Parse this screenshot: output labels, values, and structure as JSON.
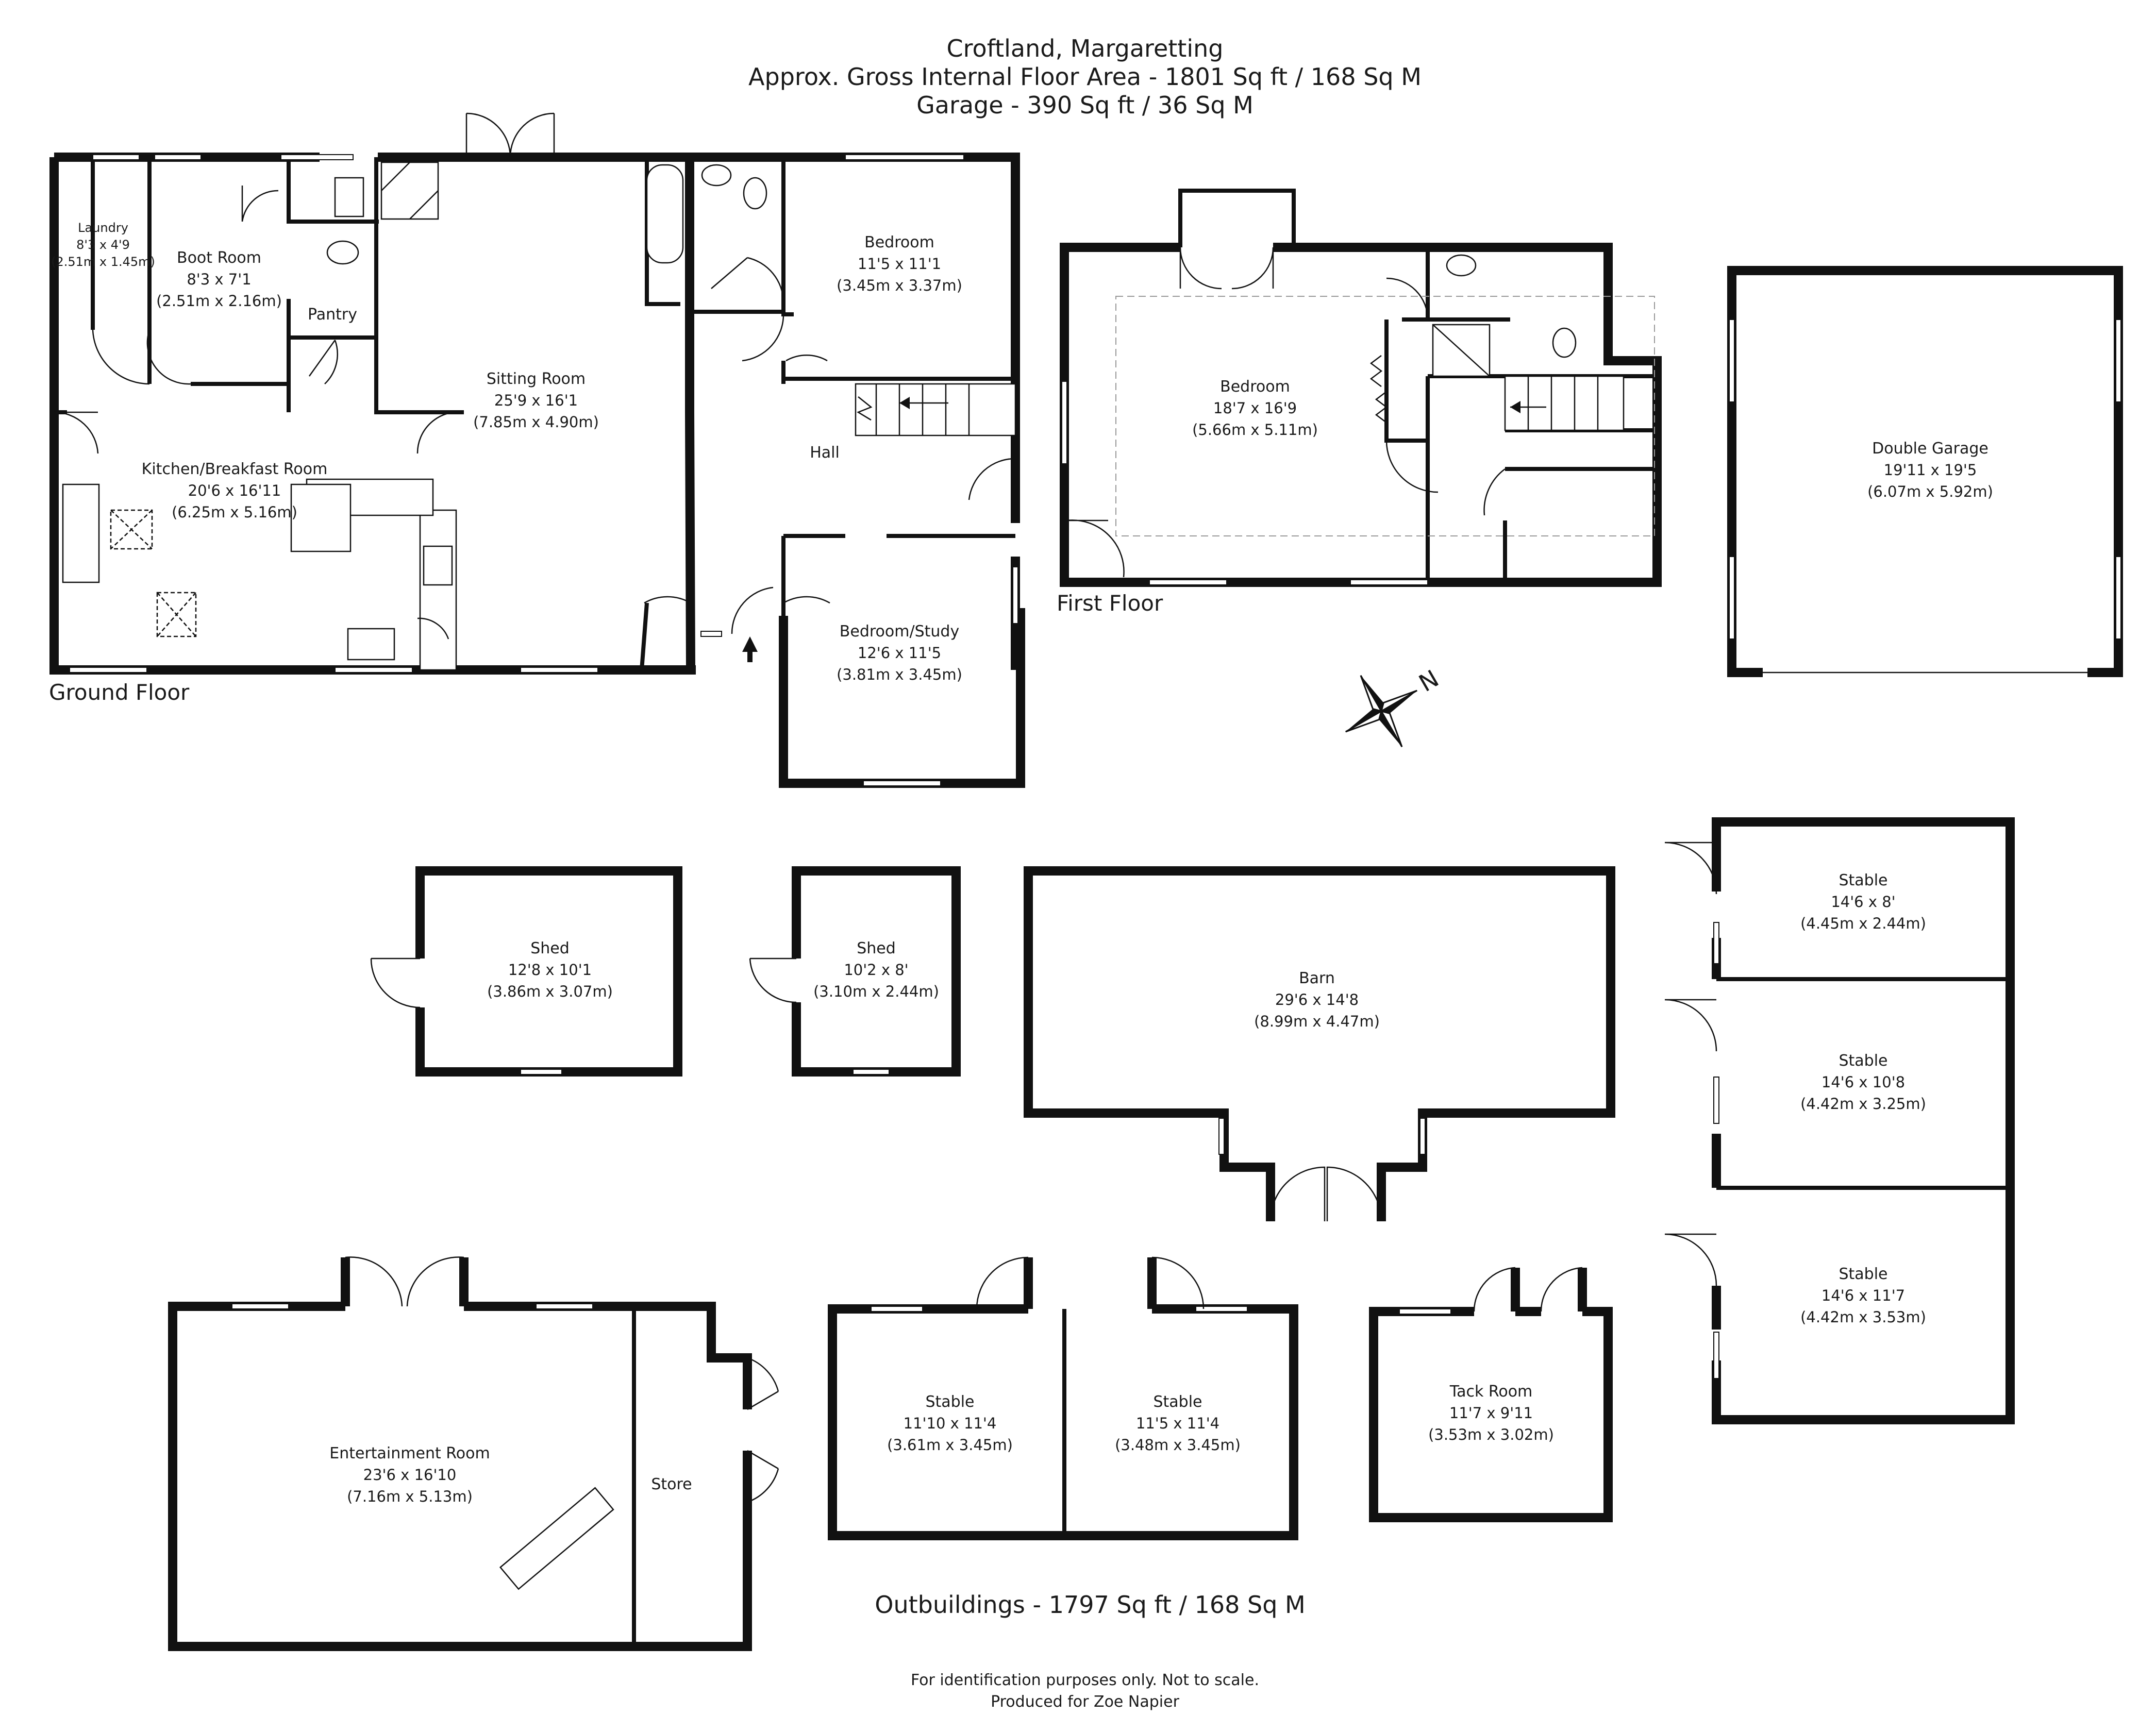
{
  "header": {
    "property": "Croftland, Margaretting",
    "area": "Approx. Gross Internal Floor Area - 1801 Sq ft / 168 Sq M",
    "garage": "Garage - 390 Sq ft / 36 Sq M"
  },
  "floors": {
    "ground": "Ground Floor",
    "first": "First Floor"
  },
  "rooms": {
    "laundry": {
      "name": "Laundry",
      "imperial": "8'3 x 4'9",
      "metric": "(2.51m x 1.45m)"
    },
    "boot_room": {
      "name": "Boot Room",
      "imperial": "8'3 x 7'1",
      "metric": "(2.51m x 2.16m)"
    },
    "pantry": {
      "name": "Pantry"
    },
    "sitting_room": {
      "name": "Sitting Room",
      "imperial": "25'9 x 16'1",
      "metric": "(7.85m x 4.90m)"
    },
    "kitchen": {
      "name": "Kitchen/Breakfast Room",
      "imperial": "20'6 x 16'11",
      "metric": "(6.25m x 5.16m)"
    },
    "bedroom_ground": {
      "name": "Bedroom",
      "imperial": "11'5 x 11'1",
      "metric": "(3.45m x 3.37m)"
    },
    "hall": {
      "name": "Hall"
    },
    "bedroom_study": {
      "name": "Bedroom/Study",
      "imperial": "12'6 x 11'5",
      "metric": "(3.81m x 3.45m)"
    },
    "bedroom_first": {
      "name": "Bedroom",
      "imperial": "18'7 x 16'9",
      "metric": "(5.66m x 5.11m)"
    },
    "double_garage": {
      "name": "Double Garage",
      "imperial": "19'11 x 19'5",
      "metric": "(6.07m x 5.92m)"
    },
    "shed_1": {
      "name": "Shed",
      "imperial": "12'8 x 10'1",
      "metric": "(3.86m x 3.07m)"
    },
    "shed_2": {
      "name": "Shed",
      "imperial": "10'2 x 8'",
      "metric": "(3.10m x 2.44m)"
    },
    "barn": {
      "name": "Barn",
      "imperial": "29'6 x 14'8",
      "metric": "(8.99m x 4.47m)"
    },
    "stable_a": {
      "name": "Stable",
      "imperial": "14'6 x 8'",
      "metric": "(4.45m x 2.44m)"
    },
    "stable_b": {
      "name": "Stable",
      "imperial": "14'6 x 10'8",
      "metric": "(4.42m x 3.25m)"
    },
    "stable_c": {
      "name": "Stable",
      "imperial": "14'6 x 11'7",
      "metric": "(4.42m x 3.53m)"
    },
    "entertainment": {
      "name": "Entertainment Room",
      "imperial": "23'6 x 16'10",
      "metric": "(7.16m x 5.13m)"
    },
    "store": {
      "name": "Store"
    },
    "stable_d": {
      "name": "Stable",
      "imperial": "11'10 x 11'4",
      "metric": "(3.61m x 3.45m)"
    },
    "stable_e": {
      "name": "Stable",
      "imperial": "11'5 x 11'4",
      "metric": "(3.48m x 3.45m)"
    },
    "tack_room": {
      "name": "Tack Room",
      "imperial": "11'7 x 9'11",
      "metric": "(3.53m x 3.02m)"
    }
  },
  "outbuildings_area": "Outbuildings - 1797 Sq ft / 168 Sq M",
  "footer": {
    "disclaimer": "For identification purposes only. Not to scale.",
    "produced": "Produced for Zoe Napier"
  },
  "compass": {
    "north_label": "N",
    "icon": "compass-rose-icon"
  }
}
